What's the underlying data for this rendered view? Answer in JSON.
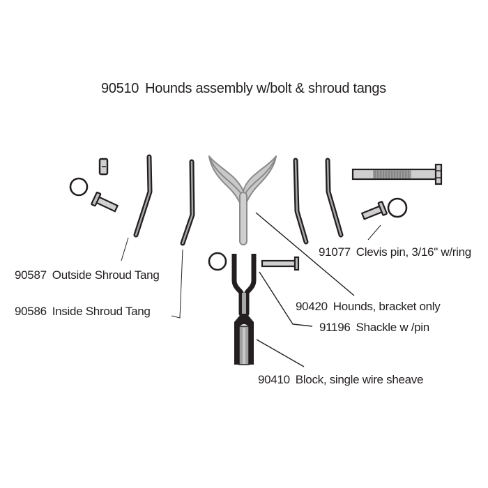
{
  "title": {
    "part_number": "90510",
    "description": "Hounds assembly w/bolt & shroud tangs"
  },
  "parts": [
    {
      "id": "outside-shroud-tang",
      "part_number": "90587",
      "description": "Outside Shroud Tang"
    },
    {
      "id": "inside-shroud-tang",
      "part_number": "90586",
      "description": "Inside Shroud Tang"
    },
    {
      "id": "clevis-pin",
      "part_number": "91077",
      "description": "Clevis pin, 3/16\" w/ring"
    },
    {
      "id": "hounds-bracket",
      "part_number": "90420",
      "description": "Hounds, bracket only"
    },
    {
      "id": "shackle",
      "part_number": "91196",
      "description": "Shackle w /pin"
    },
    {
      "id": "block",
      "part_number": "90410",
      "description": "Block, single wire sheave"
    }
  ],
  "colors": {
    "ink": "#231f20",
    "part_fill": "#c8c8c8",
    "hounds_fill": "#c9c9c9",
    "hounds_stroke": "#8a8a8a",
    "background": "#ffffff"
  }
}
